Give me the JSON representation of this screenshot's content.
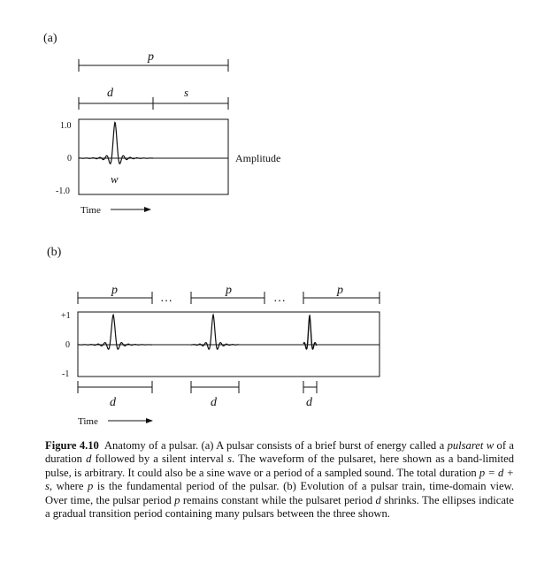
{
  "figure": {
    "panel_a": {
      "label": "(a)",
      "period_label": "p",
      "duration_label": "d",
      "silence_label": "s",
      "pulsaret_label": "w",
      "y_ticks": [
        "1.0",
        "0",
        "-1.0"
      ],
      "amplitude_label": "Amplitude",
      "time_label": "Time"
    },
    "panel_b": {
      "label": "(b)",
      "period_labels": [
        "p",
        "p",
        "p"
      ],
      "ellipsis": "…",
      "duration_labels": [
        "d",
        "d",
        "d"
      ],
      "y_ticks": [
        "+1",
        "0",
        "-1"
      ],
      "time_label": "Time"
    }
  },
  "caption": {
    "fig_label": "Figure 4.10",
    "t1": "Anatomy of a pulsar. (a) A pulsar consists of a brief burst of energy called a ",
    "pulsaret_em": "pulsaret w",
    "t2": " of a duration ",
    "d1": "d",
    "t3": " followed by a silent interval ",
    "s1": "s",
    "t4": ". The waveform of the pulsaret, here shown as a band-limited pulse, is arbitrary. It could also be a sine wave or a period of a sampled sound. The total duration ",
    "formula": "p = d + s",
    "t5": ", where ",
    "p1": "p",
    "t6": " is the fundamental period of the pulsar. (b) Evolution of a pulsar train, time-domain view. Over time, the pulsar period ",
    "p2": "p",
    "t7": " remains constant while the pulsaret period ",
    "d2": "d",
    "t8": " shrinks. The ellipses indicate a gradual transition period containing many pulsars between the three shown."
  }
}
